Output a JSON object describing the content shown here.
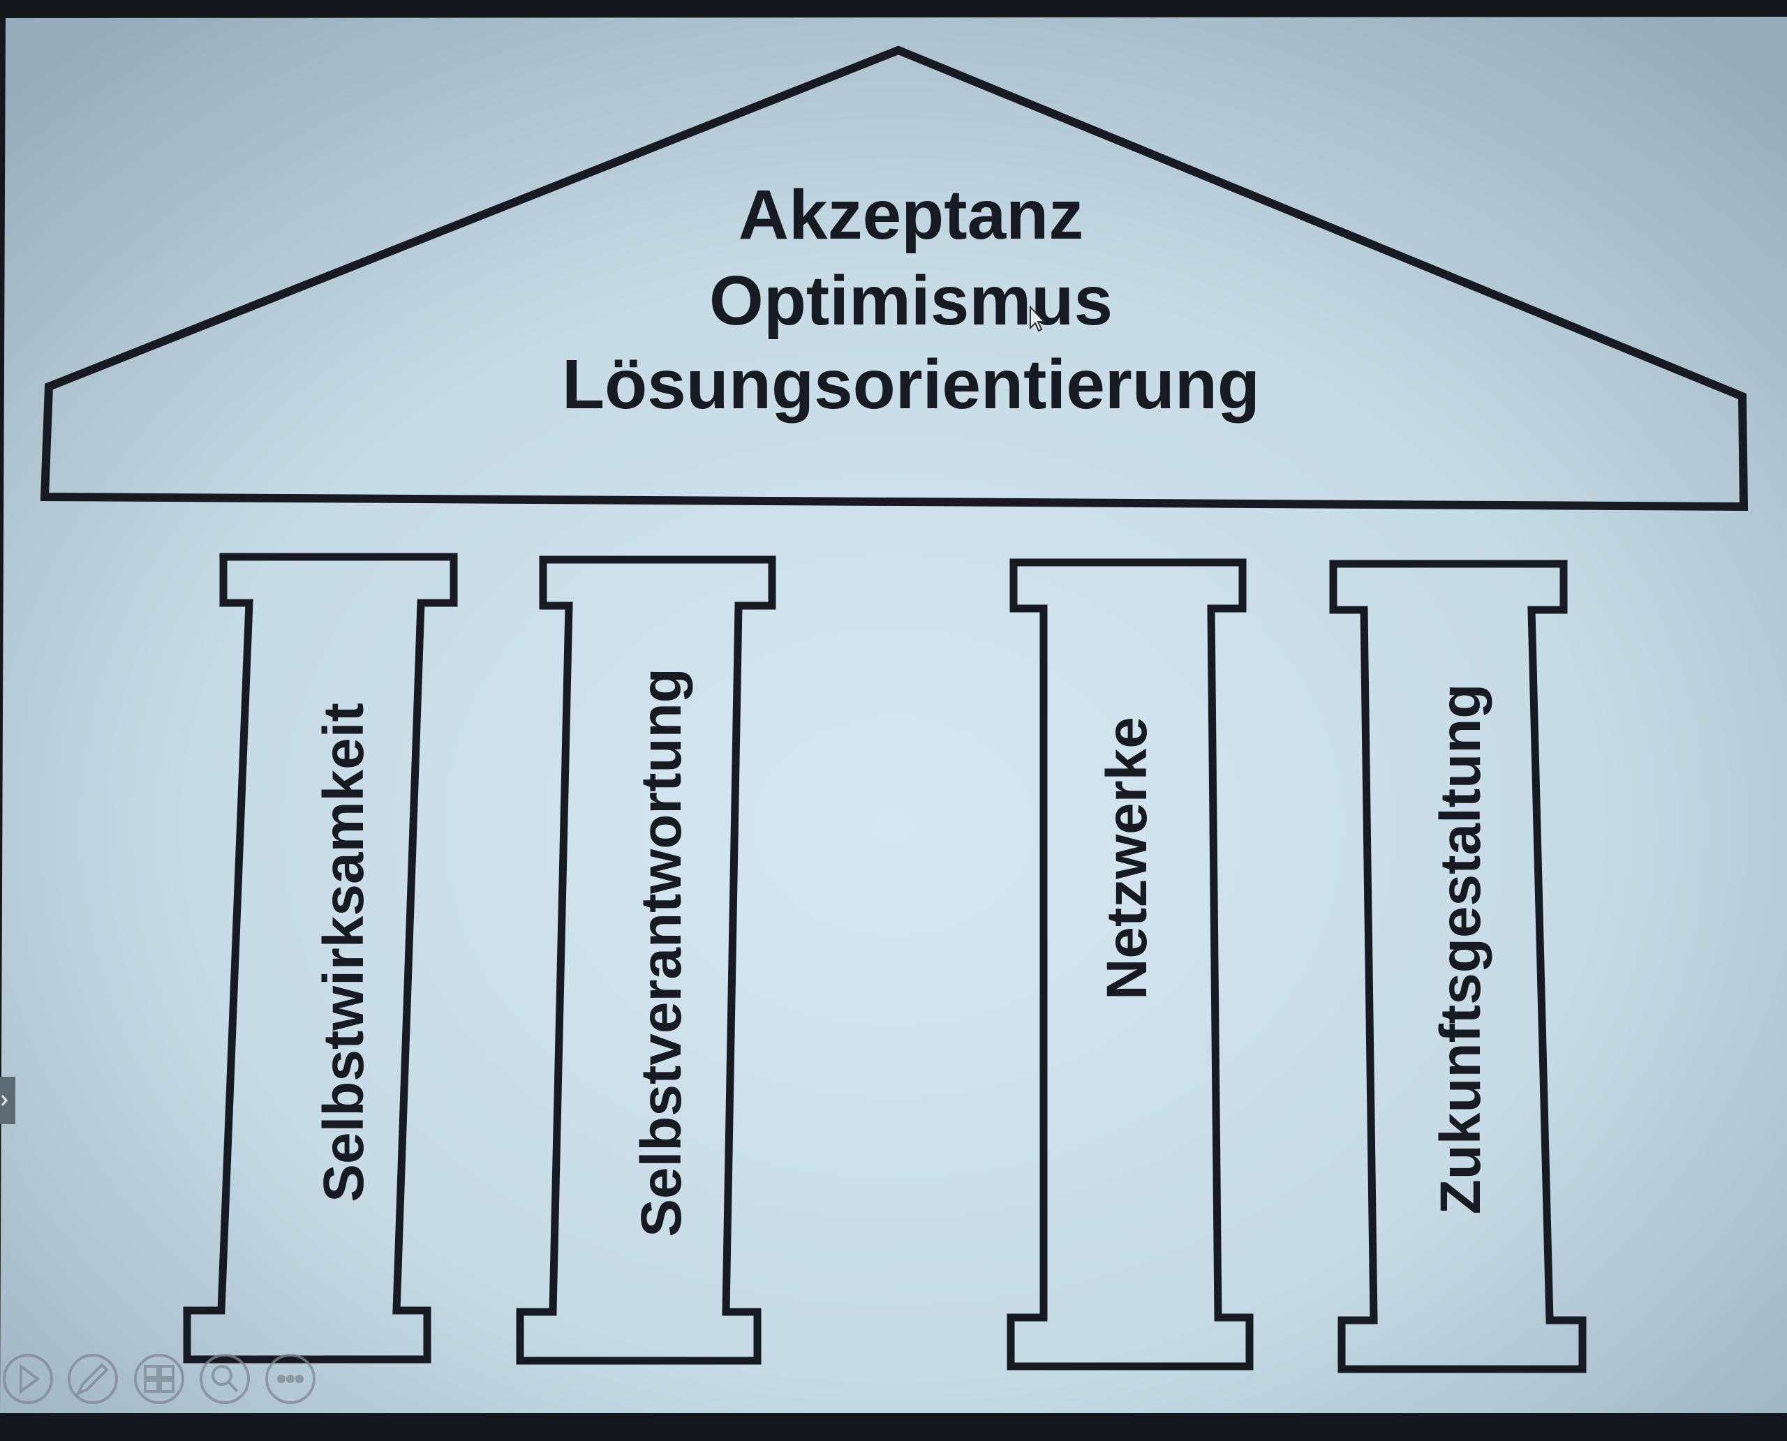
{
  "roof": {
    "lines": [
      "Akzeptanz",
      "Optimismus",
      "Lösungsorientierung"
    ]
  },
  "pillars": [
    {
      "label": "Selbstwirksamkeit"
    },
    {
      "label": "Selbstverantwortung"
    },
    {
      "label": "Netzwerke"
    },
    {
      "label": "Zukunftsgestaltung"
    }
  ],
  "colors": {
    "slide_center": "#d5e6ef",
    "slide_edge": "#9fb3bf",
    "outline": "#161a22",
    "frame": "#14171c"
  },
  "controls": [
    "play-icon",
    "pen-icon",
    "slides-grid-icon",
    "zoom-icon",
    "more-options-icon"
  ]
}
